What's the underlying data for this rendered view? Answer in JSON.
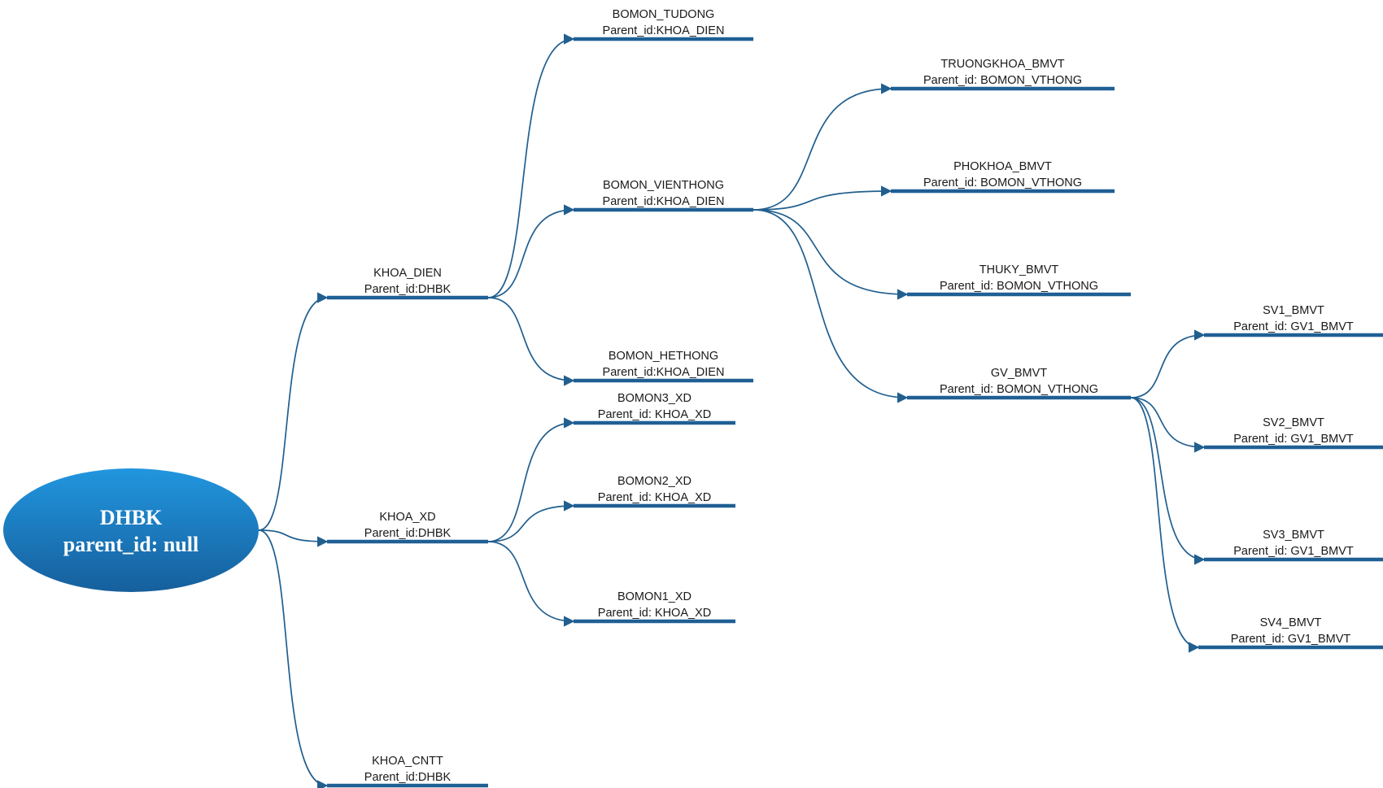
{
  "root": {
    "name": "DHBK",
    "parent_label": "parent_id: null",
    "gradient_top": "#2196df",
    "gradient_bottom": "#165f9c"
  },
  "colors": {
    "line": "#215f8f",
    "bar": "#1f5f94",
    "text": "#1a1a1a"
  },
  "nodes": [
    {
      "id": "khoa_dien",
      "name": "KHOA_DIEN",
      "parent_label": "Parent_id:DHBK",
      "parent": "root"
    },
    {
      "id": "khoa_xd",
      "name": "KHOA_XD",
      "parent_label": "Parent_id:DHBK",
      "parent": "root"
    },
    {
      "id": "khoa_cntt",
      "name": "KHOA_CNTT",
      "parent_label": "Parent_id:DHBK",
      "parent": "root"
    },
    {
      "id": "bomon_tudong",
      "name": "BOMON_TUDONG",
      "parent_label": "Parent_id:KHOA_DIEN",
      "parent": "khoa_dien"
    },
    {
      "id": "bomon_vienthong",
      "name": "BOMON_VIENTHONG",
      "parent_label": "Parent_id:KHOA_DIEN",
      "parent": "khoa_dien"
    },
    {
      "id": "bomon_hethong",
      "name": "BOMON_HETHONG",
      "parent_label": "Parent_id:KHOA_DIEN",
      "parent": "khoa_dien"
    },
    {
      "id": "bomon3_xd",
      "name": "BOMON3_XD",
      "parent_label": "Parent_id: KHOA_XD",
      "parent": "khoa_xd"
    },
    {
      "id": "bomon2_xd",
      "name": "BOMON2_XD",
      "parent_label": "Parent_id: KHOA_XD",
      "parent": "khoa_xd"
    },
    {
      "id": "bomon1_xd",
      "name": "BOMON1_XD",
      "parent_label": "Parent_id: KHOA_XD",
      "parent": "khoa_xd"
    },
    {
      "id": "truongkhoa_bmvt",
      "name": "TRUONGKHOA_BMVT",
      "parent_label": "Parent_id: BOMON_VTHONG",
      "parent": "bomon_vienthong"
    },
    {
      "id": "phokhoa_bmvt",
      "name": "PHOKHOA_BMVT",
      "parent_label": "Parent_id: BOMON_VTHONG",
      "parent": "bomon_vienthong"
    },
    {
      "id": "thuky_bmvt",
      "name": "THUKY_BMVT",
      "parent_label": "Parent_id: BOMON_VTHONG",
      "parent": "bomon_vienthong"
    },
    {
      "id": "gv_bmvt",
      "name": "GV_BMVT",
      "parent_label": "Parent_id: BOMON_VTHONG",
      "parent": "bomon_vienthong"
    },
    {
      "id": "sv1_bmvt",
      "name": "SV1_BMVT",
      "parent_label": "Parent_id: GV1_BMVT",
      "parent": "gv_bmvt"
    },
    {
      "id": "sv2_bmvt",
      "name": "SV2_BMVT",
      "parent_label": "Parent_id: GV1_BMVT",
      "parent": "gv_bmvt"
    },
    {
      "id": "sv3_bmvt",
      "name": "SV3_BMVT",
      "parent_label": "Parent_id: GV1_BMVT",
      "parent": "gv_bmvt"
    },
    {
      "id": "sv4_bmvt",
      "name": "SV4_BMVT",
      "parent_label": "Parent_id: GV1_BMVT",
      "parent": "gv_bmvt"
    }
  ]
}
